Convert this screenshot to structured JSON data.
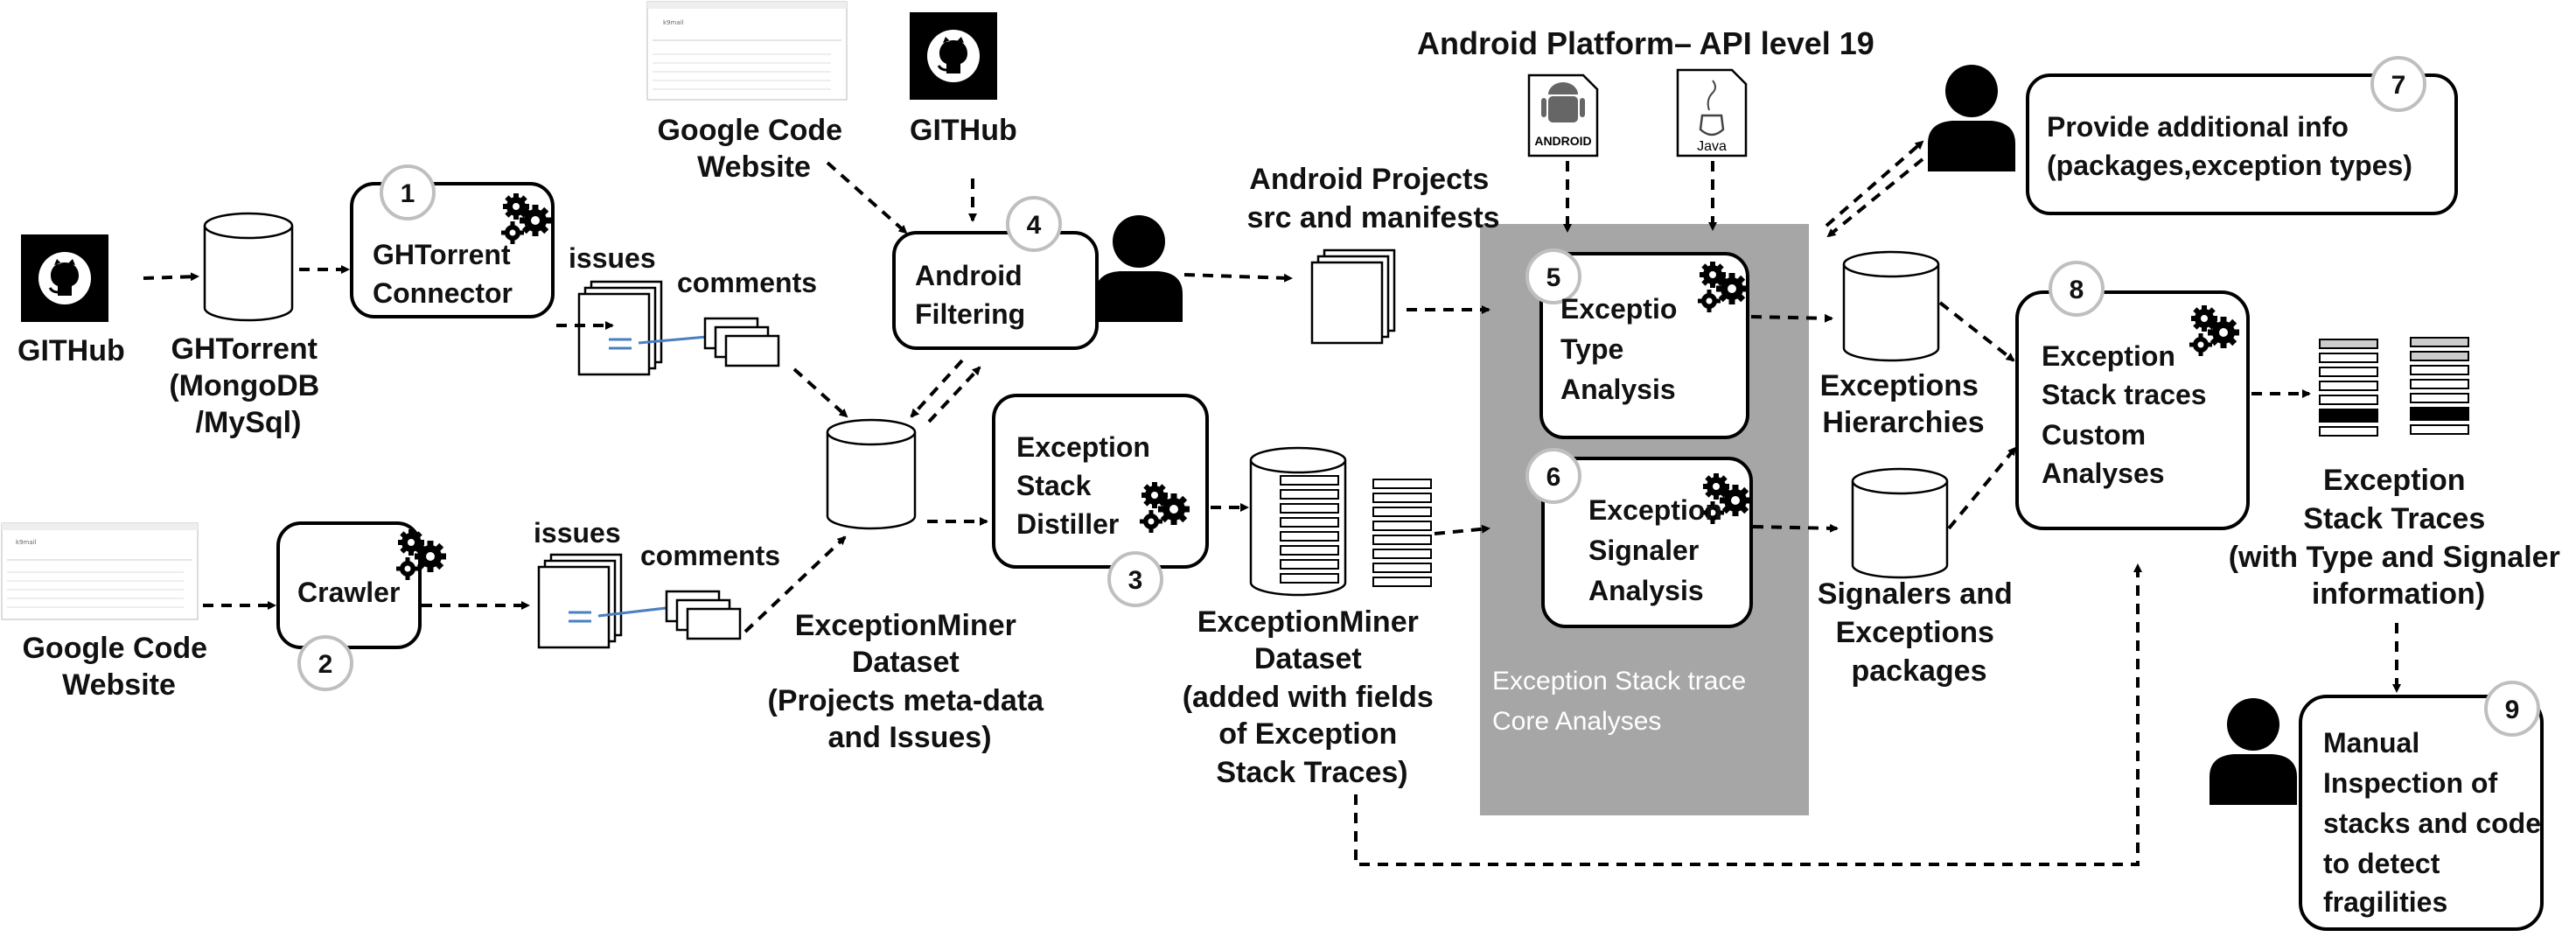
{
  "labels": {
    "githubLeft": "GITHub",
    "ghtorrentDb": [
      "GHTorrent",
      "(MongoDB",
      "/MySql)"
    ],
    "googleCodeBottom": [
      "Google Code",
      "Website"
    ],
    "googleCodeTop": [
      "Google Code",
      "Website"
    ],
    "githubTop": "GITHub",
    "androidProjects": [
      "Android Projects",
      "src and manifests"
    ],
    "androidPlatform": "Android  Platform– API level 19",
    "issuesTop": "issues",
    "commentsTop": "comments",
    "issuesBottom": "issues",
    "commentsBottom": "comments",
    "minerDataset1": [
      "ExceptionMiner",
      "Dataset",
      "(Projects meta-data",
      "and Issues)"
    ],
    "minerDataset2": [
      "ExceptionMiner",
      "Dataset",
      "(added with fields",
      "of Exception",
      "Stack Traces)"
    ],
    "hierarchies": [
      "Exceptions",
      "Hierarchies"
    ],
    "signalers": [
      "Signalers and",
      "Exceptions",
      "packages"
    ],
    "stackTraces": [
      "Exception",
      "Stack Traces",
      "(with Type and Signaler",
      "information)"
    ],
    "coreAnalyses": [
      "Exception Stack trace",
      "Core Analyses"
    ],
    "androidLogo": "ANDROID",
    "javaLogo": "Java",
    "browserTitle": "k9mail"
  },
  "nodes": {
    "n1": {
      "num": "1",
      "label": [
        "GHTorrent",
        "Connector"
      ]
    },
    "n2": {
      "num": "2",
      "label": [
        "Crawler"
      ]
    },
    "n3": {
      "num": "3",
      "label": [
        "Exception",
        "Stack",
        "Distiller"
      ]
    },
    "n4": {
      "num": "4",
      "label": [
        "Android",
        "Filtering"
      ]
    },
    "n5": {
      "num": "5",
      "label": [
        "Exceptio",
        "Type",
        "Analysis"
      ]
    },
    "n6": {
      "num": "6",
      "label": [
        "Exception",
        "Signaler",
        "Analysis"
      ]
    },
    "n7": {
      "num": "7",
      "label": [
        "Provide additional info",
        "(packages,exception types)"
      ]
    },
    "n8": {
      "num": "8",
      "label": [
        "Exception",
        "Stack traces",
        "Custom",
        "Analyses"
      ]
    },
    "n9": {
      "num": "9",
      "label": [
        "Manual",
        "Inspection of",
        "stacks and code",
        "to detect",
        "fragilities"
      ]
    }
  },
  "colors": {
    "coreBox": "#a6a6a6",
    "numberRing": "#bfbfbf",
    "link": "#4a7fc1"
  }
}
